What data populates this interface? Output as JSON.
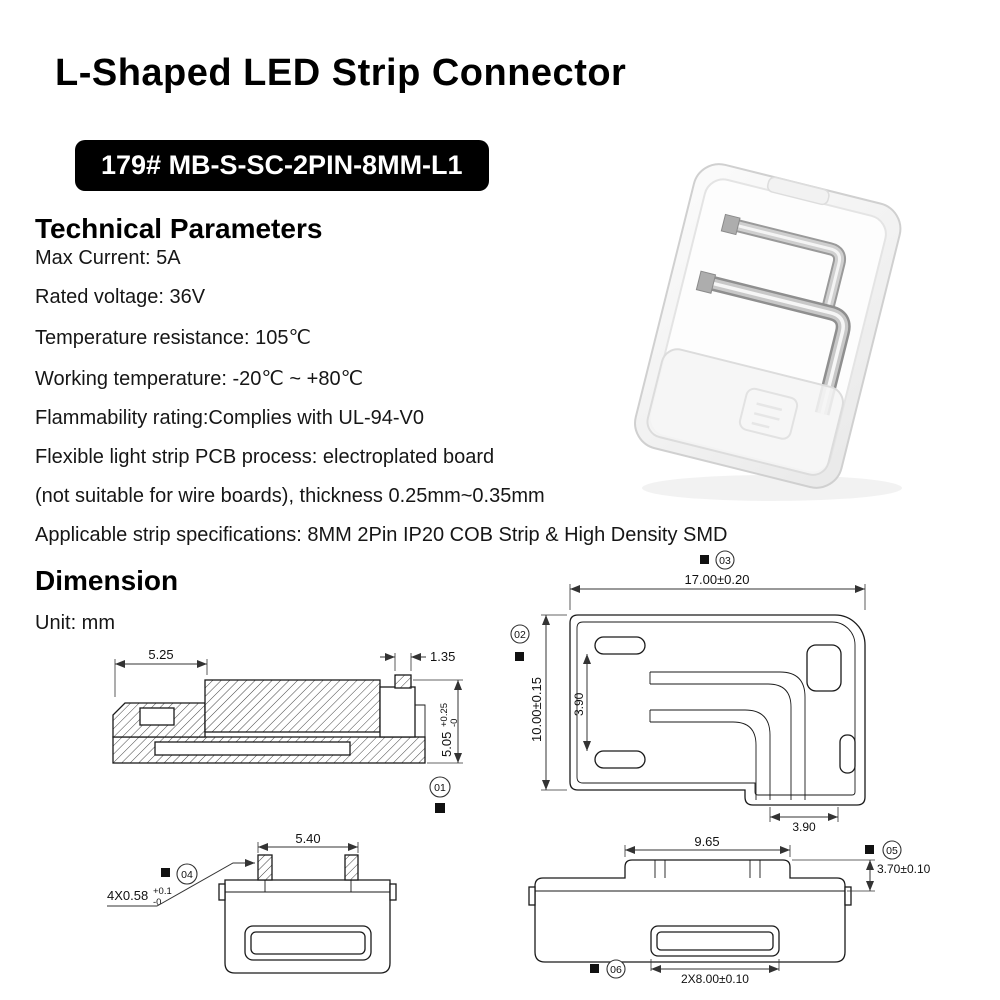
{
  "page": {
    "title": "L-Shaped LED Strip Connector",
    "model_badge": "179# MB-S-SC-2PIN-8MM-L1"
  },
  "technical": {
    "heading": "Technical Parameters",
    "lines": [
      "Max Current: 5A",
      "Rated voltage: 36V",
      "Temperature resistance: 105℃",
      "Working temperature: -20℃ ~ +80℃",
      "Flammability rating:Complies with UL-94-V0",
      "Flexible light strip PCB process: electroplated board",
      "(not suitable for wire boards), thickness 0.25mm~0.35mm",
      "Applicable strip specifications: 8MM  2Pin IP20 COB Strip & High Density SMD"
    ]
  },
  "dimension": {
    "heading": "Dimension",
    "unit": "Unit: mm",
    "side_view": {
      "dim_top_left": "5.25",
      "dim_top_right": "1.35",
      "dim_right_main": "5.05",
      "dim_right_sup": "+0.25",
      "dim_right_sub": "-0",
      "ref": "01"
    },
    "top_view": {
      "dim_width": "17.00±0.20",
      "dim_height": "10.00±0.15",
      "dim_slot_gap": "3.90",
      "dim_arm": "3.90",
      "ref_left": "02",
      "ref_top": "03"
    },
    "bottom_view": {
      "dim_tabs": "5.40",
      "dim_tab_main": "4X0.58",
      "dim_tab_sup": "+0.1",
      "dim_tab_sub": "-0",
      "ref": "04"
    },
    "front_view": {
      "dim_top": "9.65",
      "dim_right": "3.70±0.10",
      "dim_slot": "2X8.00±0.10",
      "ref_right": "05",
      "ref_bottom": "06"
    }
  }
}
